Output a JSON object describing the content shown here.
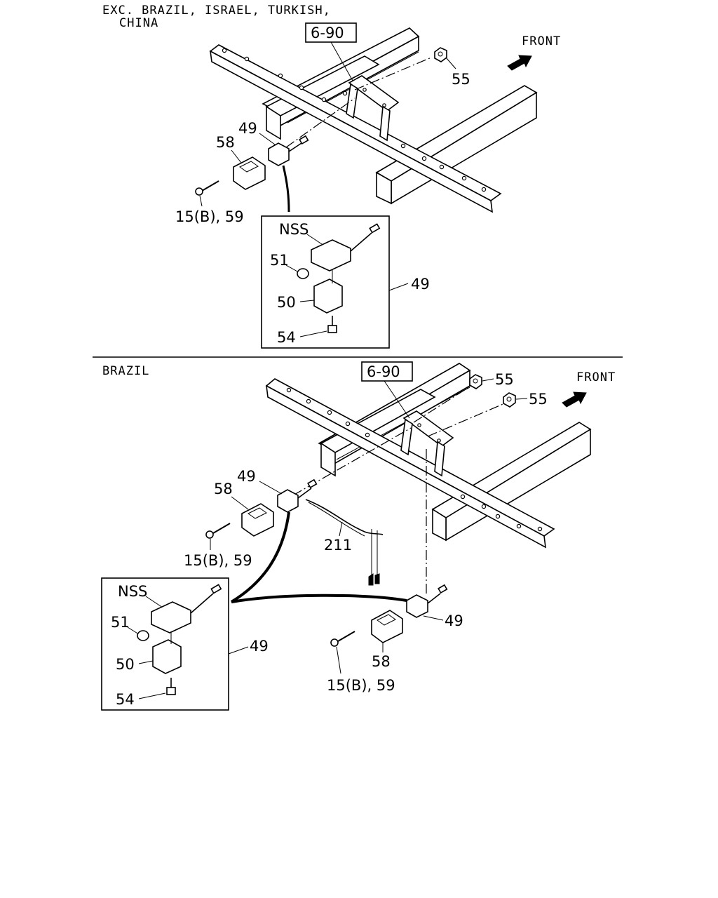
{
  "sections": [
    {
      "header_line1": "EXC. BRAZIL, ISRAEL, TURKISH,",
      "header_line2": "CHINA",
      "ref_box": "6-90",
      "front_label": "FRONT",
      "callouts": {
        "nut": "55",
        "sensor": "49",
        "cover": "58",
        "bolt": "15(B), 59"
      },
      "detail": {
        "nss": "NSS",
        "cap": "51",
        "bracket": "50",
        "screw": "54",
        "assembly": "49"
      }
    },
    {
      "header_line1": "BRAZIL",
      "ref_box": "6-90",
      "front_label": "FRONT",
      "callouts": {
        "nut_a": "55",
        "nut_b": "55",
        "sensor_left": "49",
        "cover_left": "58",
        "bolt_left": "15(B), 59",
        "harness": "211",
        "sensor_right": "49",
        "cover_right": "58",
        "bolt_right": "15(B), 59"
      },
      "detail": {
        "nss": "NSS",
        "cap": "51",
        "bracket": "50",
        "screw": "54",
        "assembly": "49"
      }
    }
  ]
}
